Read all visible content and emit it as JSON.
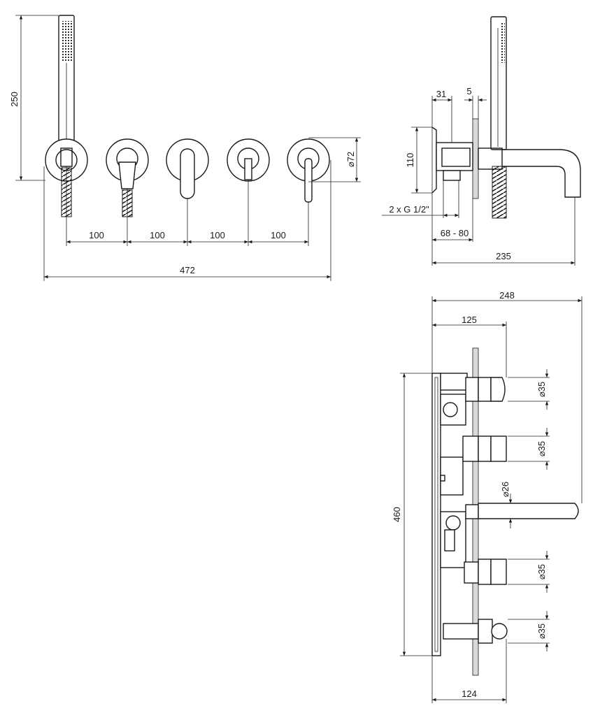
{
  "front_view": {
    "dims": {
      "spacing_1": "100",
      "spacing_2": "100",
      "spacing_3": "100",
      "spacing_4": "100",
      "overall_width": "472",
      "hand_shower_height": "250",
      "rosette_diameter": "72"
    }
  },
  "side_view": {
    "dims": {
      "body_depth": "31",
      "plate_thickness": "5",
      "body_height": "110",
      "connection": "2 x G 1/2\"",
      "installation_depth": "68 - 80",
      "spout_projection": "235"
    }
  },
  "top_view": {
    "dims": {
      "overall_depth": "248",
      "middle_depth": "125",
      "panel_height": "460",
      "knob_1": "35",
      "knob_2": "35",
      "spout": "26",
      "knob_3": "35",
      "knob_4": "35",
      "bottom_depth": "124"
    }
  },
  "symbols": {
    "diameter": "⌀"
  }
}
